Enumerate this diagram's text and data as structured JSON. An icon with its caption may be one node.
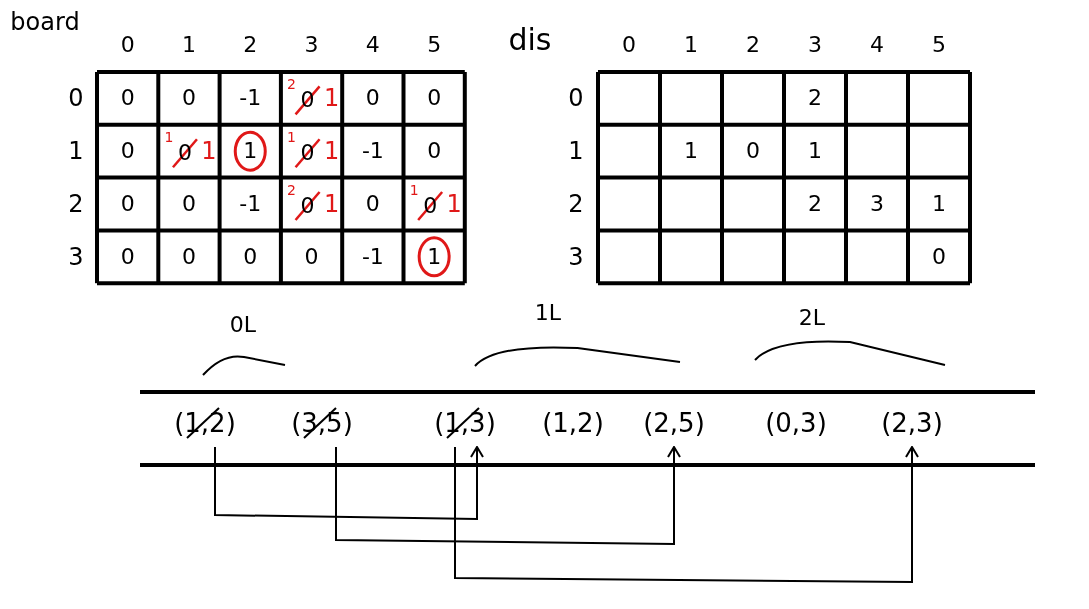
{
  "diagram": {
    "nodes": [
      {
        "text": [
          "(1,2)"
        ]
      },
      {
        "text": [
          "(3,5)"
        ]
      },
      {
        "text": [
          "(1,3)"
        ]
      },
      {
        "text": [
          "(1,2)"
        ]
      },
      {
        "text": [
          "(2,5)"
        ]
      },
      {
        "text": [
          "(0,3)"
        ]
      },
      {
        "text": [
          "(2,3)"
        ]
      }
    ],
    "edges": [
      {
        "from": 0,
        "to": 2,
        "arrow": "to"
      },
      {
        "from": 1,
        "to": 4,
        "arrow": "to"
      },
      {
        "from": 2,
        "to": 6,
        "arrow": "to"
      }
    ],
    "labels": [
      "board",
      "0",
      "1",
      "2",
      "3",
      "4",
      "5",
      "0",
      "0",
      "0",
      "-1",
      "2",
      "0",
      "1",
      "0",
      "0",
      "1",
      "0",
      "1",
      "0",
      "1",
      "1",
      "1",
      "0",
      "1",
      "-1",
      "0",
      "2",
      "0",
      "0",
      "-1",
      "2",
      "0",
      "1",
      "0",
      "1",
      "0",
      "1",
      "3",
      "0",
      "0",
      "0",
      "0",
      "-1",
      "1",
      "dis",
      "0",
      "1",
      "2",
      "3",
      "4",
      "5",
      "0",
      "2",
      "1",
      "1",
      "0",
      "1",
      "2",
      "2",
      "3",
      "1",
      "3",
      "0",
      "0L",
      "1L",
      "2L"
    ]
  }
}
